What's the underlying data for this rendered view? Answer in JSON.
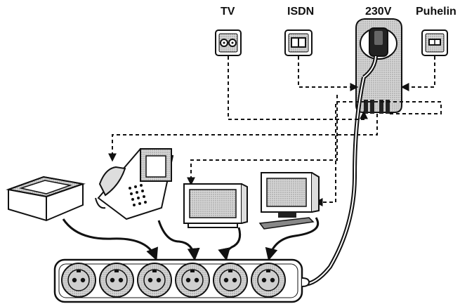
{
  "labels": {
    "tv": "TV",
    "isdn": "ISDN",
    "power": "230V",
    "phone": "Puhelin"
  },
  "icons": {
    "tv_socket": "tv-wall-socket-icon",
    "isdn_socket": "isdn-wall-socket-icon",
    "phone_socket": "phone-wall-socket-icon",
    "filter_unit": "surge-protector-plug-icon",
    "fax": "fax-machine-icon",
    "telephone": "telephone-icon",
    "monitor": "crt-monitor-icon",
    "computer": "computer-icon",
    "power_strip": "power-strip-icon"
  },
  "power_strip": {
    "socket_count": 6
  },
  "colors": {
    "line": "#111111",
    "fill": "#ffffff",
    "shade": "#bdbdbd"
  }
}
